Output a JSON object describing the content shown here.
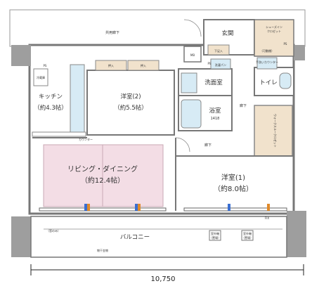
{
  "corridor": "共用廊下",
  "entrance": "玄関",
  "shoe_closet": [
    "シューズイン",
    "クロゼット"
  ],
  "movable_shelf": "（可動棚）",
  "movable_shelf2": "（可動棚）",
  "ps": "PS",
  "mb": "MB",
  "shoe_bench": "下足入",
  "kitchen": {
    "name": "キッチン",
    "size": "（約4.3帖）",
    "counter": "カウンター",
    "fridge": "冷蔵庫"
  },
  "room2": {
    "name": "洋室(2)",
    "size": "（約5.5帖）"
  },
  "closets": [
    "押入",
    "押入"
  ],
  "washroom": "洗面室",
  "washpan": "洗濯パン",
  "bath": {
    "name": "浴室",
    "size": "1418"
  },
  "toilet": "トイレ",
  "toilet_counter": "手洗いカウンター",
  "hall1": "廊下",
  "hall2": "廊下",
  "walkin": "ウォークスルークロゼット",
  "living": {
    "name": "リビング・ダイニング",
    "size": "（約12.4帖）"
  },
  "room1": {
    "name": "洋室(1)",
    "size": "（約8.0帖）"
  },
  "balcony": "バルコニー",
  "hangers": "物干金物",
  "shower_only": "（窓のみ）",
  "outdoor_unit_1": [
    "室外機",
    "（置場）"
  ],
  "outdoor_unit_2": [
    "室外機",
    "（置場）"
  ],
  "fix": "FIX",
  "dimension": "10,750",
  "colors": {
    "living_fill": "#f3dde5",
    "closet_fill": "#f1e2cc",
    "wet_fill": "#d7ebf5",
    "wall": "#8a8a8a"
  }
}
